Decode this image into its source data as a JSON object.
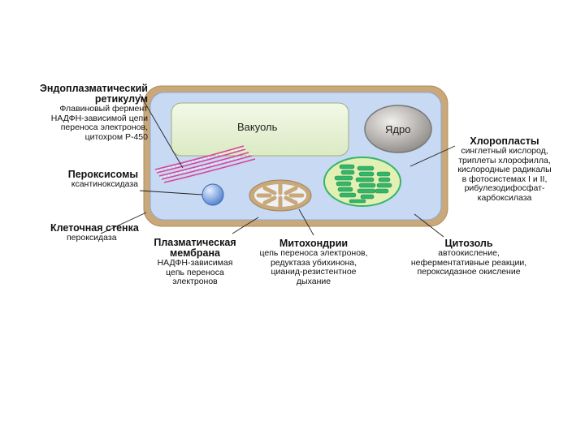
{
  "organelles": {
    "vacuole": "Вакуоль",
    "nucleus": "Ядро"
  },
  "labels": {
    "er": {
      "title": [
        "Эндоплазматический",
        "ретикулум"
      ],
      "lines": [
        "Флавиновый фермент",
        "НАДФН-зависимой цепи",
        "переноса электронов,",
        "цитохром Р-450"
      ]
    },
    "peroxisomes": {
      "title": "Пероксисомы",
      "lines": [
        "ксантиноксидаза"
      ]
    },
    "cell_wall": {
      "title": "Клеточная стенка",
      "lines": [
        "пероксидаза"
      ]
    },
    "plasma_membrane": {
      "title": [
        "Плазматическая",
        "мембрана"
      ],
      "lines": [
        "НАДФН-зависимая",
        "цепь переноса",
        "электронов"
      ]
    },
    "mitochondria": {
      "title": "Митохондрии",
      "lines": [
        "цепь переноса электронов,",
        "редуктаза убихинона,",
        "цианид-резистентное",
        "дыхание"
      ]
    },
    "cytosol": {
      "title": "Цитозоль",
      "lines": [
        "автоокисление,",
        "неферментативные реакции,",
        "пероксидазное окисление"
      ]
    },
    "chloroplasts": {
      "title": "Хлоропласты",
      "lines": [
        "синглетный кислород,",
        "триплеты хлорофилла,",
        "кислородные радикалы",
        "в фотосистемах I и II,",
        "рибулезодифосфат-",
        "карбоксилаза"
      ]
    }
  },
  "colors": {
    "cell_wall": "#c9a87a",
    "cytoplasm": "#c7d9f3",
    "vacuole": "#eaf3d6",
    "nucleus": "#c9c5c2",
    "chloroplast": "#e2f0b4",
    "thylakoid": "#35b56a",
    "er": "#d9449b",
    "peroxisome": "#6f9ede",
    "mitochondrion": "#c9a87a"
  }
}
